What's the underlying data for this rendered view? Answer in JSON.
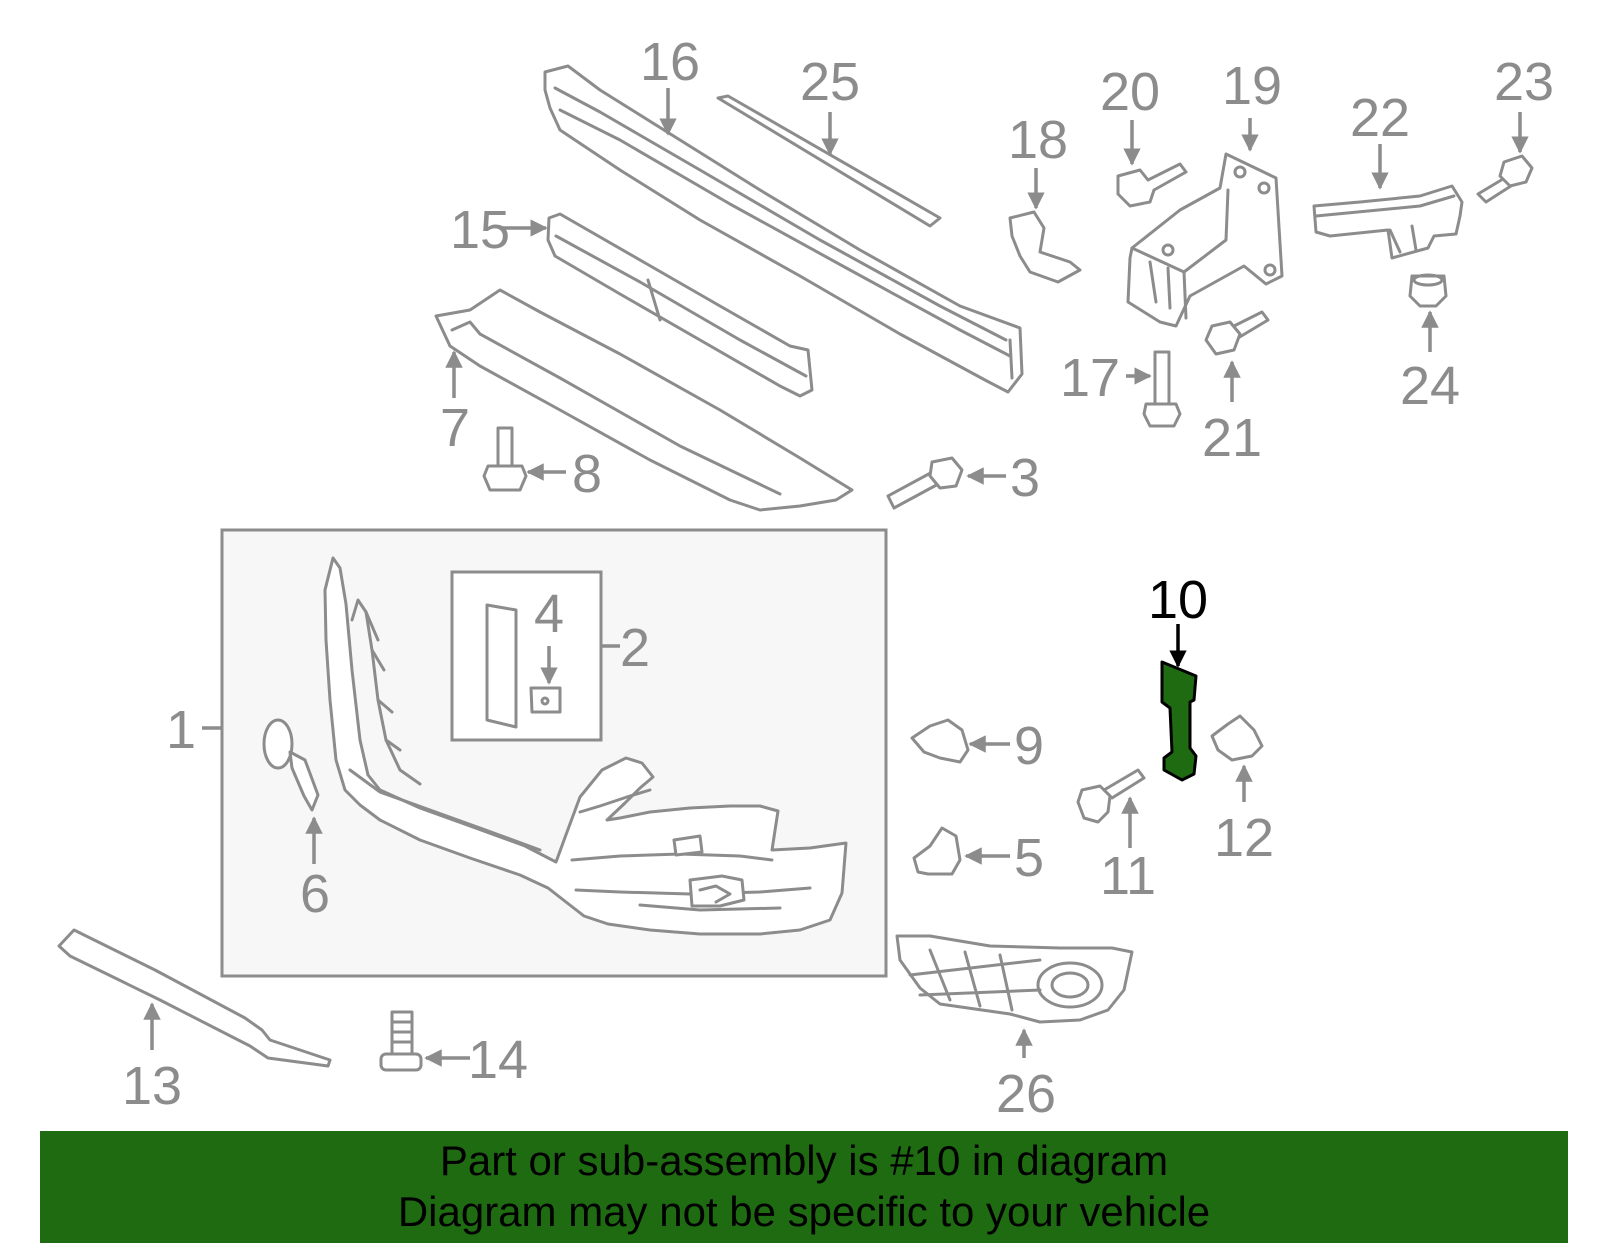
{
  "callouts": {
    "c1": "1",
    "c2": "2",
    "c3": "3",
    "c4": "4",
    "c5": "5",
    "c6": "6",
    "c7": "7",
    "c8": "8",
    "c9": "9",
    "c10": "10",
    "c11": "11",
    "c12": "12",
    "c13": "13",
    "c14": "14",
    "c15": "15",
    "c16": "16",
    "c17": "17",
    "c18": "18",
    "c19": "19",
    "c20": "20",
    "c21": "21",
    "c22": "22",
    "c23": "23",
    "c24": "24",
    "c25": "25",
    "c26": "26"
  },
  "highlighted_part": "10",
  "colors": {
    "line": "#8c8c8c",
    "highlight_fill": "#1f6b12",
    "banner_bg": "#1f6b12",
    "panel_bg": "#f7f7f7"
  },
  "banner": {
    "line1": "Part or sub-assembly is #10 in diagram",
    "line2": "Diagram may not be specific to your vehicle"
  }
}
